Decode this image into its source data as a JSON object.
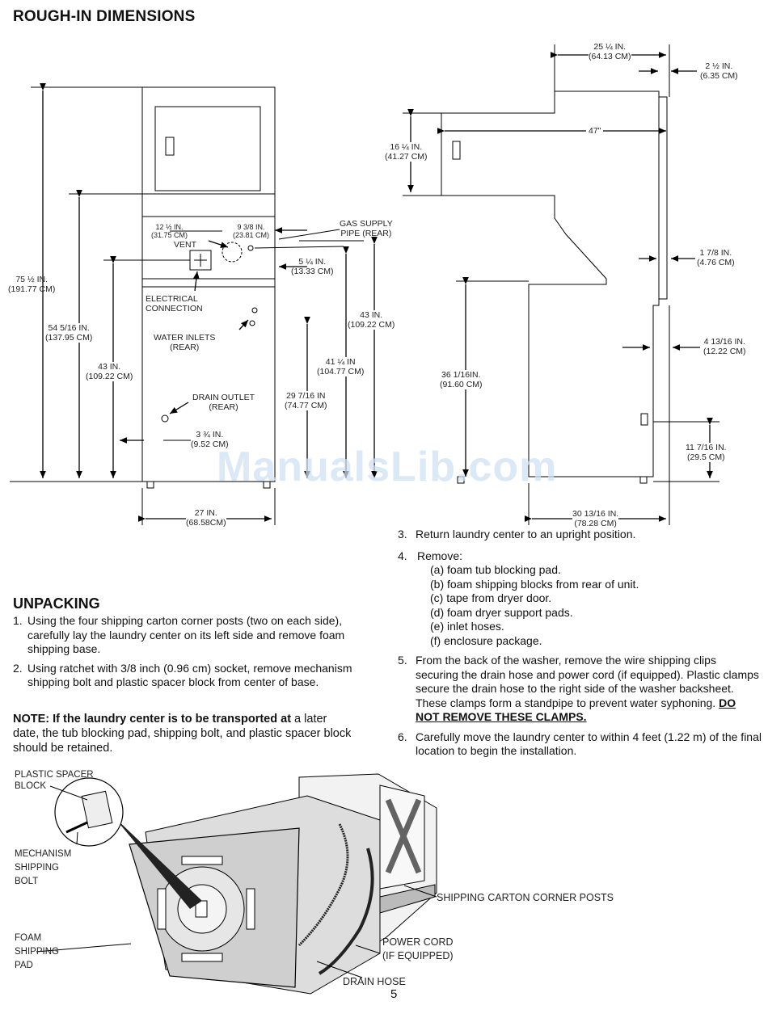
{
  "heading_rough_in": "ROUGH-IN DIMENSIONS",
  "front_view": {
    "total_height": [
      "75 ½ IN.",
      "(191.77 CM)"
    ],
    "height_54": [
      "54 5/16 IN.",
      "(137.95 CM)"
    ],
    "height_43_left": [
      "43 IN.",
      "(109.22 CM)"
    ],
    "dim_12": [
      "12 ½ IN.",
      "(31.75 CM)"
    ],
    "dim_9": [
      "9 3/8 IN.",
      "(23.81 CM)"
    ],
    "vent": "VENT",
    "gas_supply": [
      "GAS SUPPLY",
      "PIPE (REAR)"
    ],
    "dim_5": [
      "5 ¼ IN.",
      "(13.33 CM)"
    ],
    "electrical": [
      "ELECTRICAL",
      "CONNECTION"
    ],
    "water_inlets": [
      "WATER INLETS",
      "(REAR)"
    ],
    "height_43_right": [
      "43 IN.",
      "(109.22 CM)"
    ],
    "height_41": [
      "41 ¼ IN",
      "(104.77 CM)"
    ],
    "height_29": [
      "29 7/16 IN",
      "(74.77 CM)"
    ],
    "drain_outlet": [
      "DRAIN OUTLET",
      "(REAR)"
    ],
    "dim_3": [
      "3 ¾ IN.",
      "(9.52 CM)"
    ],
    "width": [
      "27 IN.",
      "(68.58CM)"
    ]
  },
  "side_view": {
    "top_width": [
      "25 ¼ IN.",
      "(64.13 CM)"
    ],
    "dim_2": [
      "2 ½ IN.",
      "(6.35 CM)"
    ],
    "depth_47": "47\"",
    "dim_16": [
      "16 ¼ IN.",
      "(41.27 CM)"
    ],
    "dim_1_7_8": [
      "1 7/8 IN.",
      "(4.76 CM)"
    ],
    "dim_36": [
      "36 1/16IN.",
      "(91.60 CM)"
    ],
    "dim_4": [
      "4 13/16 IN.",
      "(12.22 CM)"
    ],
    "dim_11": [
      "11 7/16 IN.",
      "(29.5 CM)"
    ],
    "bottom_width": [
      "30 13/16 IN.",
      "(78.28 CM)"
    ]
  },
  "watermark": "ManualsLib.com",
  "unpacking": {
    "heading": "UNPACKING",
    "steps_left": [
      {
        "num": "1.",
        "text": "Using the four shipping carton corner posts (two on each side), carefully lay the laundry center on its left side and remove foam shipping base."
      },
      {
        "num": "2.",
        "text": "Using ratchet with 3/8 inch (0.96 cm) socket, remove mechanism shipping bolt and plastic spacer block from center of base."
      }
    ],
    "note_bold": "NOTE: If the laundry center is to be transported at",
    "note_rest": " a later date, the tub blocking pad, shipping bolt, and plastic spacer block should be retained.",
    "step3": {
      "num": "3.",
      "text": "Return laundry center to an upright position."
    },
    "step4": {
      "num": "4.",
      "text": "Remove:"
    },
    "step4_items": [
      "(a) foam tub blocking pad.",
      "(b) foam shipping blocks from rear of unit.",
      "(c) tape from dryer door.",
      "(d) foam dryer support pads.",
      "(e) inlet hoses.",
      "(f) enclosure package."
    ],
    "step5": {
      "num": "5.",
      "text": "From the back of the washer, remove the wire shipping clips securing the drain hose and power cord (if equipped). Plastic clamps secure the drain hose to the right side of the washer backsheet. These clamps form a standpipe to prevent water syphoning.",
      "emph": "DO NOT REMOVE THESE CLAMPS."
    },
    "step6": {
      "num": "6.",
      "text": "Carefully move the laundry center to within 4 feet (1.22 m) of the final location to begin the installation."
    }
  },
  "illustration": {
    "plastic_spacer": [
      "PLASTIC SPACER",
      "BLOCK"
    ],
    "mechanism_bolt": [
      "MECHANISM",
      "SHIPPING",
      "BOLT"
    ],
    "foam_pad": [
      "FOAM",
      "SHIPPING",
      "PAD"
    ],
    "corner_posts": "SHIPPING CARTON CORNER POSTS",
    "power_cord": [
      "POWER CORD",
      "(IF EQUIPPED)"
    ],
    "drain_hose": "DRAIN HOSE"
  },
  "page_number": "5"
}
